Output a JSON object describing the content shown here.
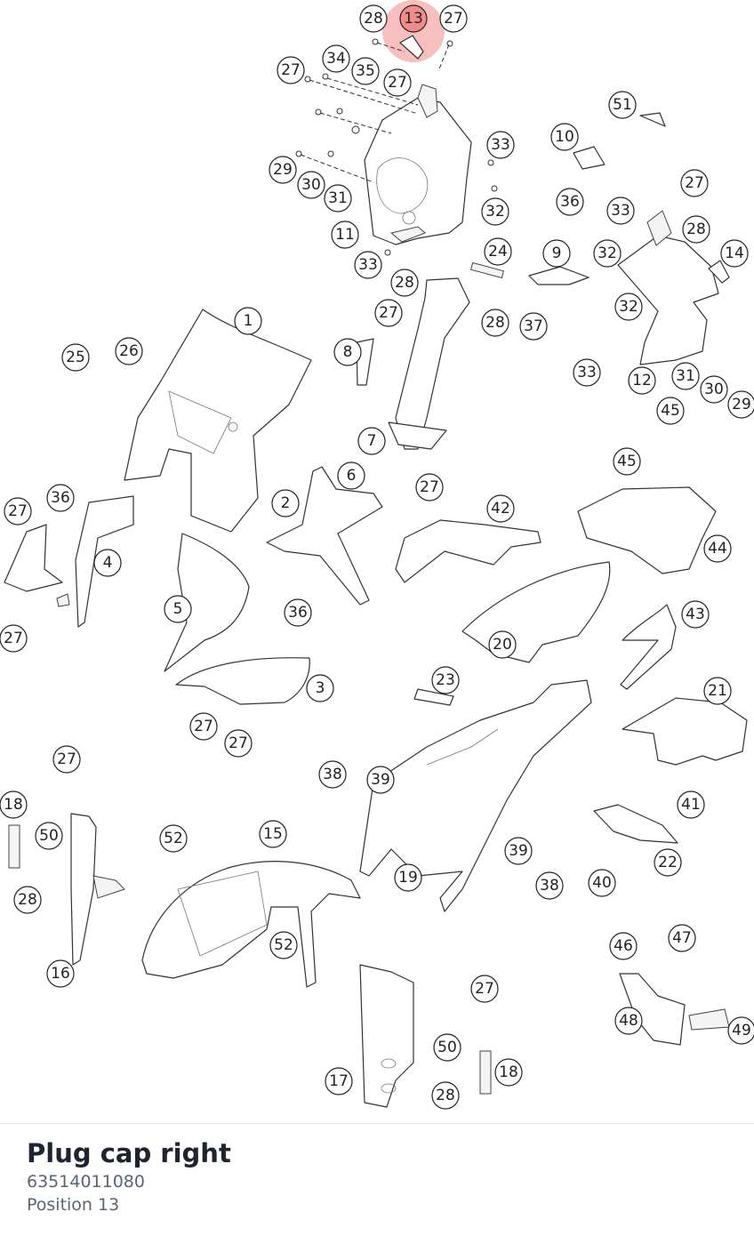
{
  "part": {
    "name": "Plug cap right",
    "number": "63514011080",
    "position": "Position 13"
  },
  "highlight": {
    "callout": "13",
    "color": "#f28b8b"
  },
  "callouts": [
    "28",
    "13",
    "27",
    "34",
    "35",
    "27",
    "27",
    "33",
    "51",
    "10",
    "29",
    "30",
    "31",
    "36",
    "27",
    "33",
    "32",
    "28",
    "11",
    "24",
    "9",
    "32",
    "14",
    "33",
    "28",
    "28",
    "27",
    "37",
    "32",
    "1",
    "25",
    "26",
    "8",
    "33",
    "12",
    "31",
    "30",
    "29",
    "45",
    "7",
    "45",
    "27",
    "6",
    "36",
    "2",
    "27",
    "42",
    "4",
    "44",
    "27",
    "5",
    "36",
    "43",
    "20",
    "3",
    "27",
    "27",
    "23",
    "21",
    "27",
    "38",
    "39",
    "18",
    "50",
    "52",
    "15",
    "41",
    "28",
    "22",
    "39",
    "19",
    "40",
    "38",
    "52",
    "46",
    "47",
    "16",
    "27",
    "50",
    "48",
    "49",
    "17",
    "28",
    "18"
  ]
}
